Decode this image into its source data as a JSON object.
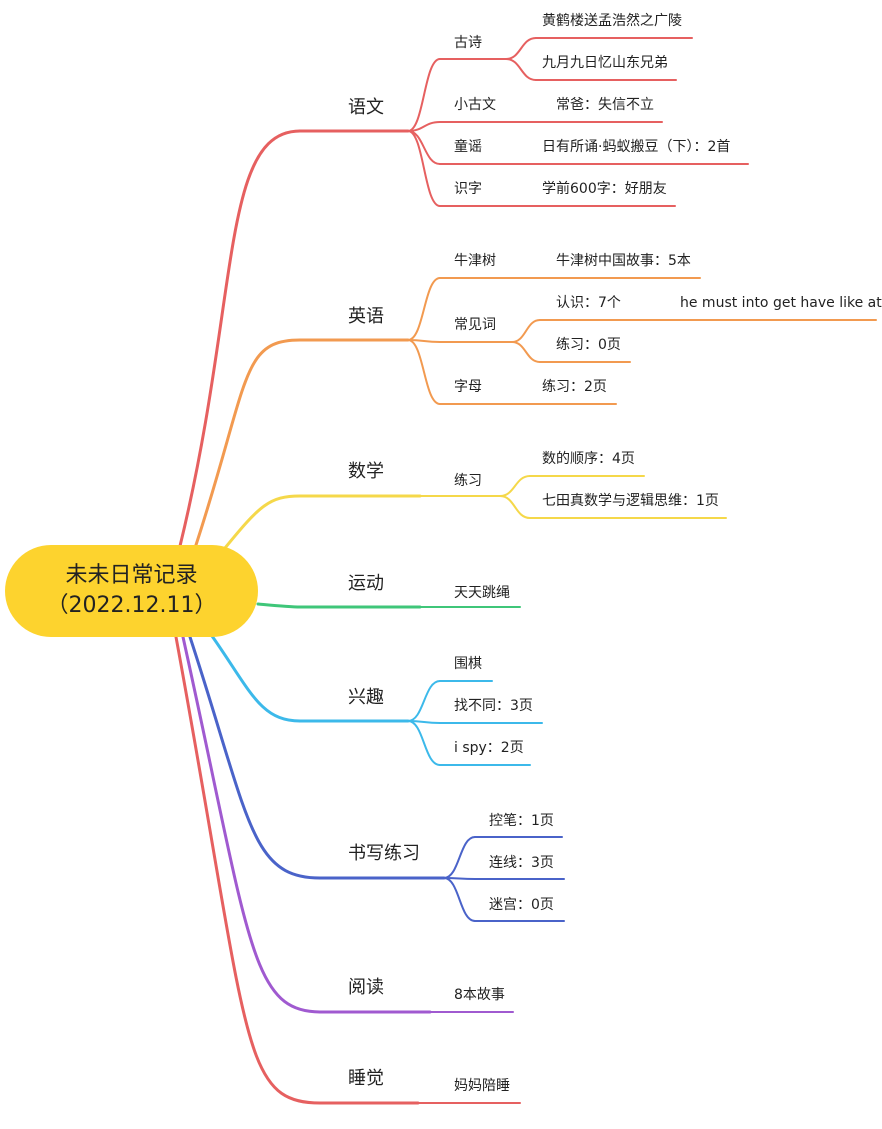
{
  "root": {
    "line1": "未未日常记录",
    "line2": "（2022.12.11）"
  },
  "colors": {
    "root_fill": "#fdd32e",
    "chinese": "#e66060",
    "english": "#f29a50",
    "math": "#f5d84a",
    "sport": "#3fc679",
    "interest": "#3cb9ea",
    "writing": "#4a63c9",
    "reading": "#a05ad0",
    "sleep": "#e66060"
  },
  "branches": {
    "chinese": {
      "label": "语文",
      "children": [
        {
          "label": "古诗",
          "leaves": [
            "黄鹤楼送孟浩然之广陵",
            "九月九日忆山东兄弟"
          ]
        },
        {
          "label": "小古文",
          "leaves": [
            "常爸：失信不立"
          ]
        },
        {
          "label": "童谣",
          "leaves": [
            "日有所诵·蚂蚁搬豆（下）：2首"
          ]
        },
        {
          "label": "识字",
          "leaves": [
            "学前600字：好朋友"
          ]
        }
      ]
    },
    "english": {
      "label": "英语",
      "children": [
        {
          "label": "牛津树",
          "leaves": [
            "牛津树中国故事：5本"
          ]
        },
        {
          "label": "常见词",
          "leaves": [
            "认识：7个",
            "练习：0页"
          ],
          "sub": "he must into get have like at"
        },
        {
          "label": "字母",
          "leaves": [
            "练习：2页"
          ]
        }
      ]
    },
    "math": {
      "label": "数学",
      "children": [
        {
          "label": "练习",
          "leaves": [
            "数的顺序：4页",
            "七田真数学与逻辑思维：1页"
          ]
        }
      ]
    },
    "sport": {
      "label": "运动",
      "children": [
        {
          "label": "天天跳绳"
        }
      ]
    },
    "interest": {
      "label": "兴趣",
      "children": [
        {
          "label": "围棋"
        },
        {
          "label": "找不同：3页"
        },
        {
          "label": "i spy：2页"
        }
      ]
    },
    "writing": {
      "label": "书写练习",
      "children": [
        {
          "label": "控笔：1页"
        },
        {
          "label": "连线：3页"
        },
        {
          "label": "迷宫：0页"
        }
      ]
    },
    "reading": {
      "label": "阅读",
      "children": [
        {
          "label": "8本故事"
        }
      ]
    },
    "sleep": {
      "label": "睡觉",
      "children": [
        {
          "label": "妈妈陪睡"
        }
      ]
    }
  }
}
